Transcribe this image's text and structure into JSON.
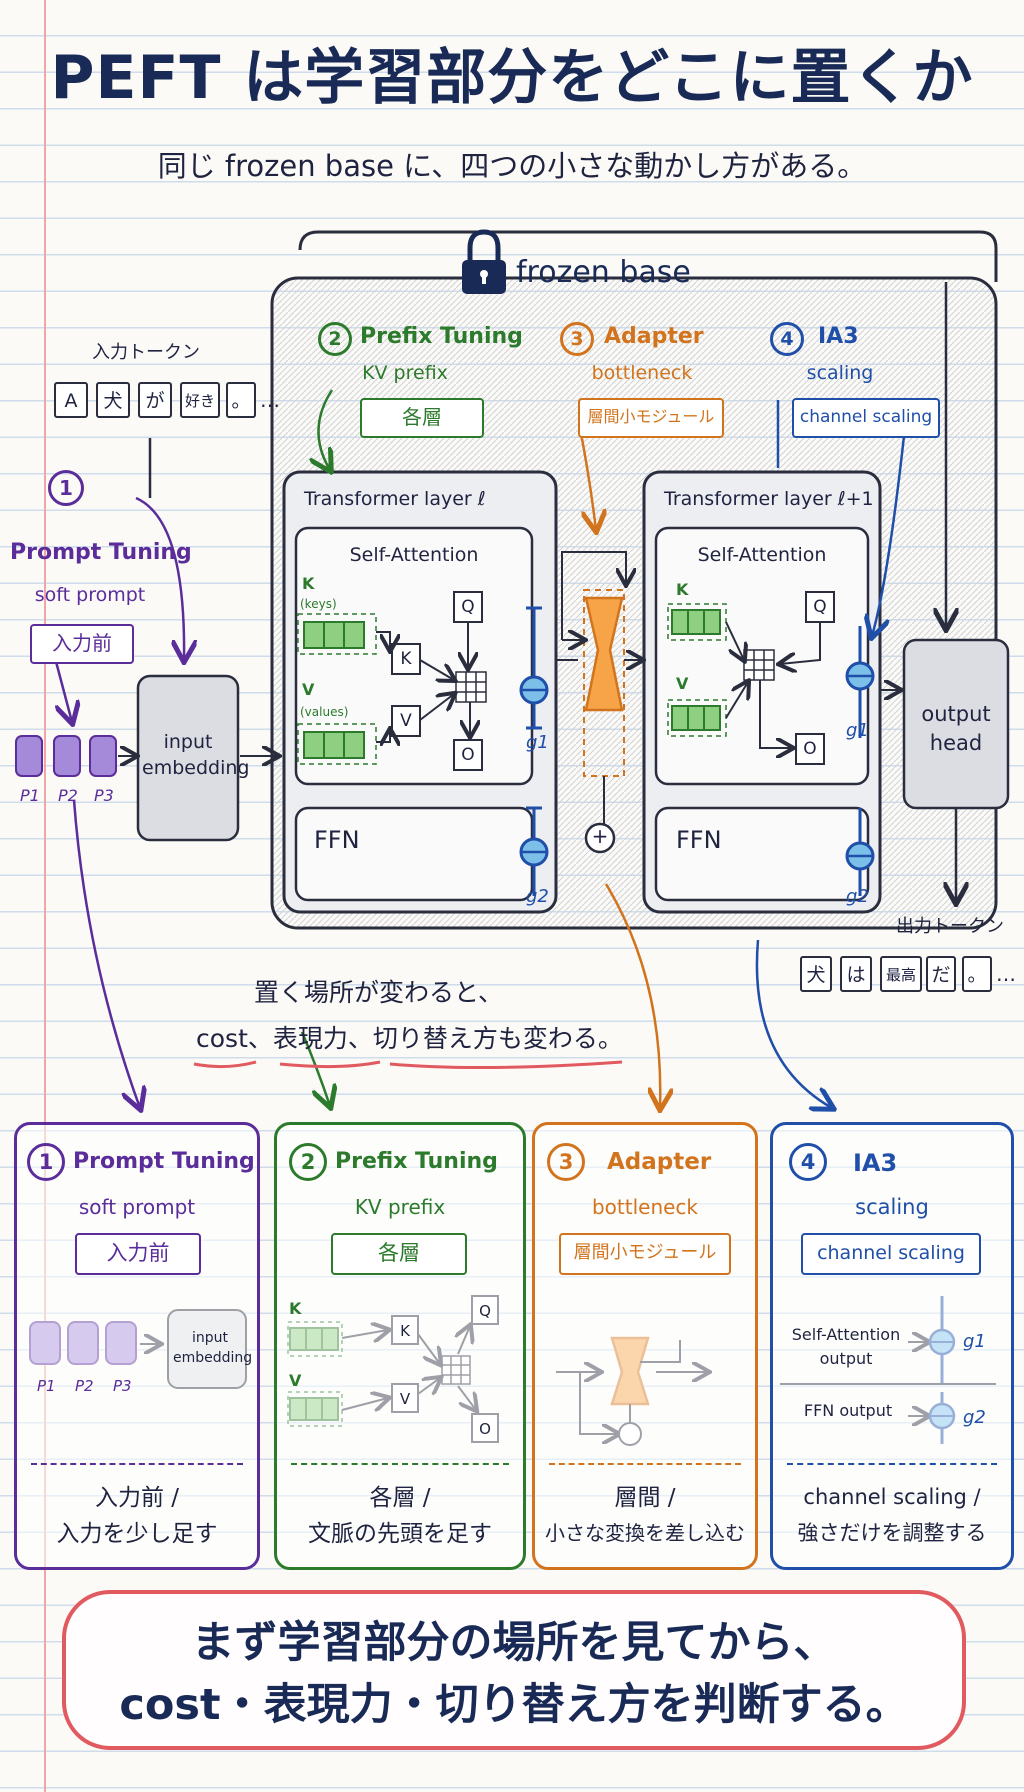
{
  "title": "PEFT は学習部分をどこに置くか",
  "subtitle": "同じ frozen base に、四つの小さな動かし方がある。",
  "frozen_base_label": "frozen base",
  "input_tokens": {
    "label": "入力トークン",
    "tokens": [
      "A",
      "犬",
      "が",
      "好き",
      "。"
    ],
    "ellipsis": "…"
  },
  "output_tokens": {
    "label": "出力トークン",
    "tokens": [
      "犬",
      "は",
      "最高",
      "だ",
      "。"
    ],
    "ellipsis": "…"
  },
  "methods": [
    {
      "num": "1",
      "name": "Prompt Tuning",
      "sub": "soft prompt",
      "badge": "入力前",
      "summary_line1": "入力前 /",
      "summary_line2": "入力を少し足す",
      "color": "#5a2d9a"
    },
    {
      "num": "2",
      "name": "Prefix Tuning",
      "sub": "KV prefix",
      "badge": "各層",
      "summary_line1": "各層 /",
      "summary_line2": "文脈の先頭を足す",
      "color": "#2c7a2c"
    },
    {
      "num": "3",
      "name": "Adapter",
      "sub": "bottleneck",
      "badge": "層間小モジュール",
      "summary_line1": "層間 /",
      "summary_line2": "小さな変換を差し込む",
      "color": "#d2741d"
    },
    {
      "num": "4",
      "name": "IA3",
      "sub": "scaling",
      "badge": "channel scaling",
      "summary_line1": "channel scaling /",
      "summary_line2": "強さだけを調整する",
      "color": "#1f4fa8"
    }
  ],
  "diagram": {
    "prompt_tokens": [
      "P1",
      "P2",
      "P3"
    ],
    "input_embedding": "input embedding",
    "layer_l": "Transformer layer ℓ",
    "layer_l1": "Transformer layer ℓ+1",
    "self_attention": "Self-Attention",
    "keys_label": "K",
    "keys_sub": "(keys)",
    "values_label": "V",
    "values_sub": "(values)",
    "q": "Q",
    "k": "K",
    "v": "V",
    "o": "O",
    "ffn": "FFN",
    "g1": "g1",
    "g2": "g2",
    "plus": "+",
    "output_head": "output head"
  },
  "ia3_panel": {
    "sa_output": "Self-Attention output",
    "ffn_output": "FFN output"
  },
  "middle_note": {
    "line1": "置く場所が変わると、",
    "line2": "cost、表現力、切り替え方も変わる。"
  },
  "callout": {
    "line1": "まず学習部分の場所を見てから、",
    "line2": "cost・表現力・切り替え方を判断する。"
  },
  "colors": {
    "purple": "#5a2d9a",
    "green": "#2c7a2c",
    "orange": "#d2741d",
    "blue": "#1f4fa8",
    "red": "#e05a5f",
    "navy": "#182a55"
  }
}
